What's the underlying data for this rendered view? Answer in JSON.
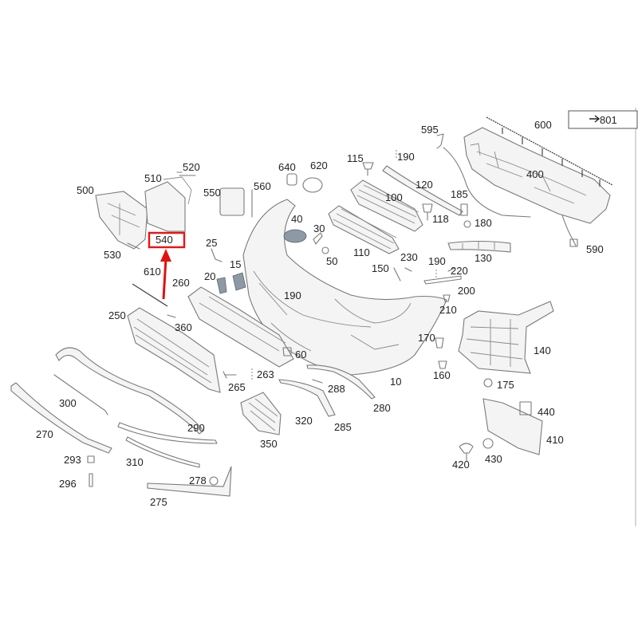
{
  "diagram": {
    "reference": "801",
    "highlighted_part": "540",
    "accent_color": "#e11111",
    "parts": {
      "p600": "600",
      "p400": "400",
      "p590": "590",
      "p595": "595",
      "p190a": "190",
      "p115": "115",
      "p120": "120",
      "p100": "100",
      "p185": "185",
      "p118": "118",
      "p180": "180",
      "p130": "130",
      "p640": "640",
      "p620": "620",
      "p40": "40",
      "p30": "30",
      "p50": "50",
      "p110": "110",
      "p230": "230",
      "p150": "150",
      "p190b": "190",
      "p220": "220",
      "p200": "200",
      "p210": "210",
      "p170": "170",
      "p140": "140",
      "p160": "160",
      "p175": "175",
      "p440": "440",
      "p410": "410",
      "p420": "420",
      "p430": "430",
      "p510": "510",
      "p520": "520",
      "p500": "500",
      "p550": "550",
      "p560": "560",
      "p540": "540",
      "p530": "530",
      "p25": "25",
      "p20": "20",
      "p15": "15",
      "p610": "610",
      "p260": "260",
      "p190c": "190",
      "p250": "250",
      "p360": "360",
      "p60": "60",
      "p263": "263",
      "p265": "265",
      "p10": "10",
      "p288": "288",
      "p280": "280",
      "p300": "300",
      "p320": "320",
      "p285": "285",
      "p350": "350",
      "p290": "290",
      "p270": "270",
      "p310": "310",
      "p293": "293",
      "p296": "296",
      "p278": "278",
      "p275": "275"
    }
  }
}
